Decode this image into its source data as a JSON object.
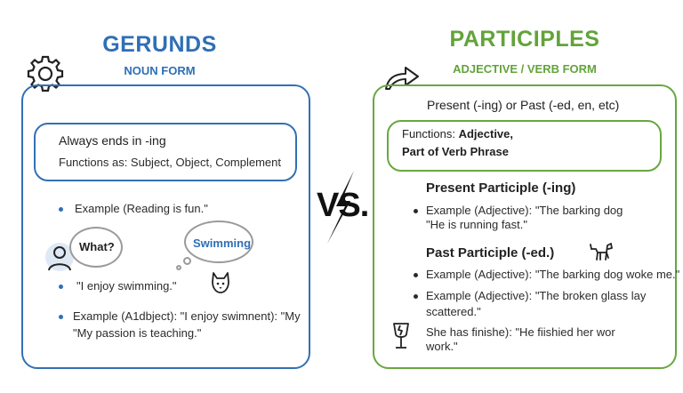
{
  "gerunds": {
    "title": "GERUNDS",
    "subtitle": "NOUN FORM",
    "box_line1": "Always ends in -ing",
    "box_line2": "Functions as: Subject, Object, Complement",
    "example1": "Example (Reading is fun.\"",
    "bubble_what": "What?",
    "bubble_swimming": "Swimming",
    "example2": "\"I enjoy swimming.\"",
    "example3_line1": "Example (A1dbject): \"I enjoy swimnent): \"My",
    "example3_line2": "\"My passion is teaching.\""
  },
  "vs": "VS.",
  "participles": {
    "title": "PARTICIPLES",
    "subtitle": "ADJECTIVE / VERB FORM",
    "top_line": "Present (-ing) or Past (-ed, en, etc)",
    "functions_label": "Functions: ",
    "functions_value1": "Adjective,",
    "functions_value2": "Part of Verb Phrase",
    "present_heading": "Present Participle (-ing)",
    "present_example_line1": "Example (Adjective): \"The barking dog",
    "present_example_line2": "\"He is running fast.\"",
    "past_heading": "Past Participle (-ed.)",
    "past_example1": "Example (Adjective): \"The barking dog woke me.\"",
    "past_example2_line1": "Example (Adjective): \"The broken glass lay",
    "past_example2_line2": "scattered.\"",
    "past_example3_line1": "She has finishe): \"He fiishied her wor",
    "past_example3_line2": "work.\""
  }
}
